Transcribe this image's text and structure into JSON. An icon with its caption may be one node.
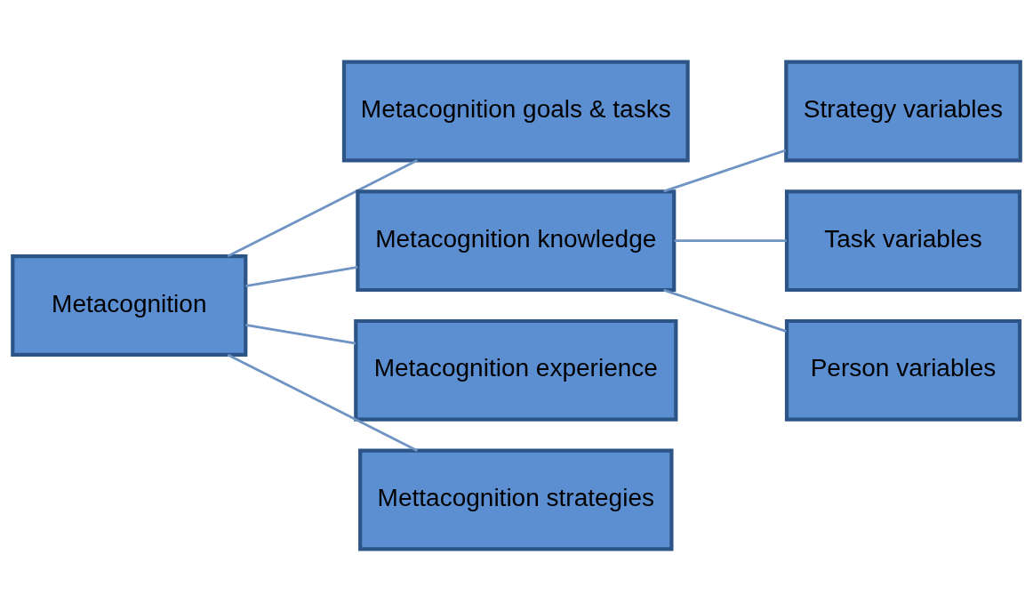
{
  "diagram": {
    "nodes": [
      {
        "text": [
          "Metacognition"
        ]
      },
      {
        "text": [
          "Metacognition goals & tasks"
        ]
      },
      {
        "text": [
          "Metacognition knowledge"
        ]
      },
      {
        "text": [
          "Metacognition experience"
        ]
      },
      {
        "text": [
          "Mettacognition strategies"
        ]
      },
      {
        "text": [
          "Strategy variables"
        ]
      },
      {
        "text": [
          "Task variables"
        ]
      },
      {
        "text": [
          "Person variables"
        ]
      }
    ],
    "edges": [
      {
        "from": 0,
        "to": 1,
        "arrow": "none"
      },
      {
        "from": 0,
        "to": 2,
        "arrow": "none"
      },
      {
        "from": 0,
        "to": 3,
        "arrow": "none"
      },
      {
        "from": 0,
        "to": 4,
        "arrow": "none"
      },
      {
        "from": 2,
        "to": 5,
        "arrow": "none"
      },
      {
        "from": 2,
        "to": 6,
        "arrow": "none"
      },
      {
        "from": 2,
        "to": 7,
        "arrow": "none"
      }
    ]
  }
}
